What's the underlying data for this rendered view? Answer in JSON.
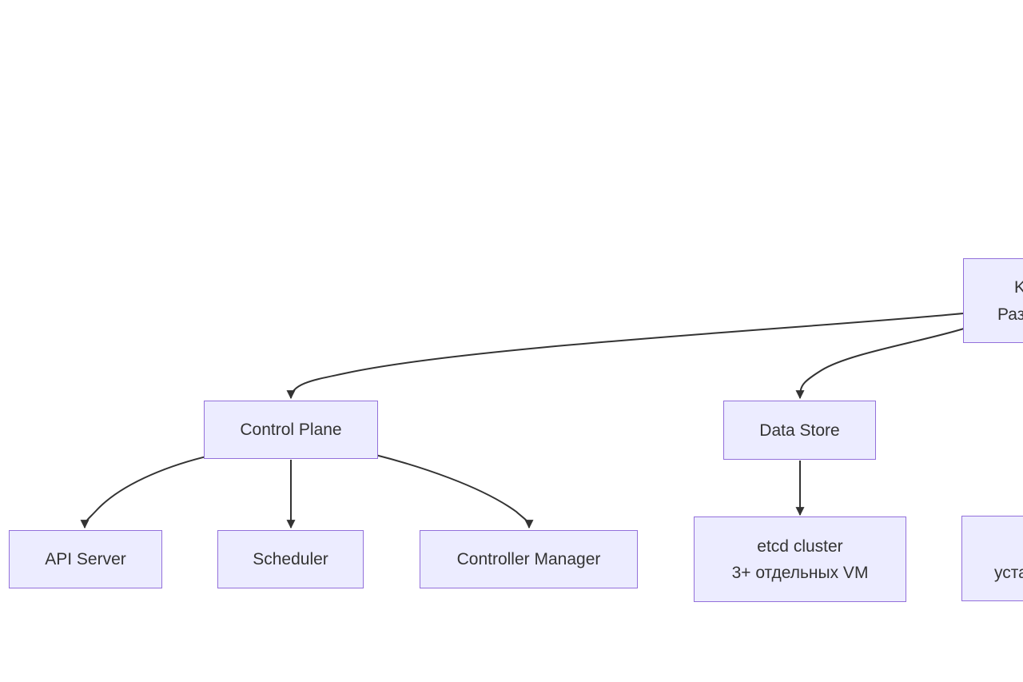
{
  "diagram": {
    "type": "flowchart",
    "colors": {
      "node_fill": "#ECECFF",
      "node_border": "#9370DB",
      "text": "#333333",
      "edge": "#333333",
      "background": "#ffffff"
    },
    "nodes": {
      "root": {
        "lines": [
          "K",
          "Раз"
        ]
      },
      "control_plane": {
        "lines": [
          "Control Plane"
        ]
      },
      "data_store": {
        "lines": [
          "Data Store"
        ]
      },
      "api_server": {
        "lines": [
          "API Server"
        ]
      },
      "scheduler": {
        "lines": [
          "Scheduler"
        ]
      },
      "controller_manager": {
        "lines": [
          "Controller Manager"
        ]
      },
      "etcd": {
        "lines": [
          "etcd cluster",
          "3+ отдельных VM"
        ]
      },
      "install": {
        "lines": [
          "уста"
        ]
      }
    },
    "edges": [
      {
        "from": "root",
        "to": "control_plane"
      },
      {
        "from": "root",
        "to": "data_store"
      },
      {
        "from": "control_plane",
        "to": "api_server"
      },
      {
        "from": "control_plane",
        "to": "scheduler"
      },
      {
        "from": "control_plane",
        "to": "controller_manager"
      },
      {
        "from": "data_store",
        "to": "etcd"
      }
    ]
  }
}
